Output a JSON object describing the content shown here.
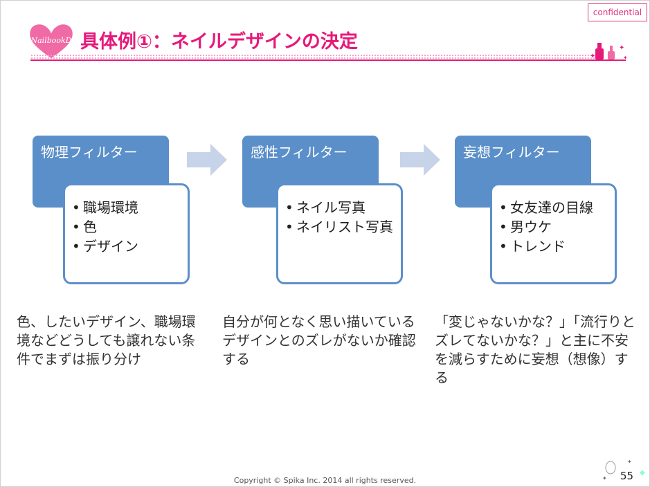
{
  "header": {
    "confidential": "confidential",
    "logo_text": "NailbookD",
    "title": "具体例①：ネイルデザインの決定"
  },
  "colors": {
    "accent": "#e6197a",
    "box_blue": "#5b8fc9",
    "arrow": "#c6d3e8"
  },
  "flow": [
    {
      "head": "物理フィルター",
      "items": [
        "職場環境",
        "色",
        "デザイン"
      ]
    },
    {
      "head": "感性フィルター",
      "items": [
        "ネイル写真",
        "ネイリスト写真"
      ]
    },
    {
      "head": "妄想フィルター",
      "items": [
        "女友達の目線",
        "男ウケ",
        "トレンド"
      ]
    }
  ],
  "descriptions": [
    "色、したいデザイン、職場環境などどうしても譲れない条件でまずは振り分け",
    "自分が何となく思い描いているデザインとのズレがないか確認する",
    "「変じゃないかな？」「流行りとズレてないかな？」と主に不安を減らすために妄想（想像）する"
  ],
  "footer": {
    "copyright": "Copyright © Spika Inc. 2014 all rights reserved.",
    "page_number": "55"
  }
}
